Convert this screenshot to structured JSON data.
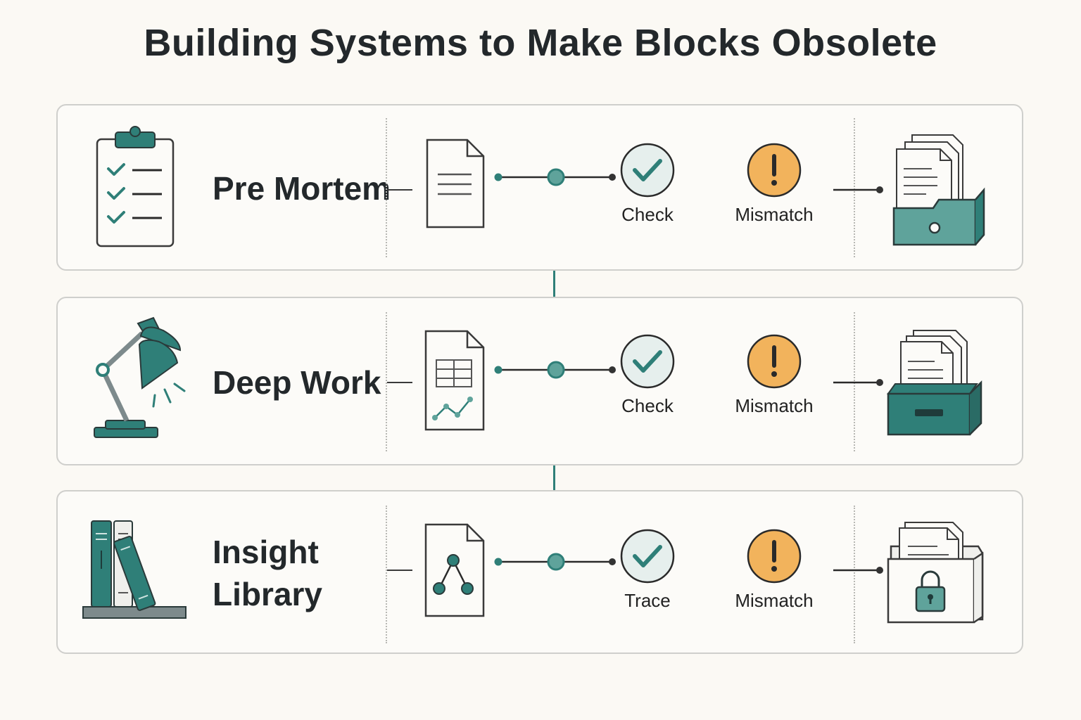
{
  "title": "Building Systems to Make Blocks Obsolete",
  "colors": {
    "teal": "#2f7f78",
    "teal_light": "#5fa39b",
    "warning": "#f2b35c",
    "check_bg": "#e6efed"
  },
  "rows": [
    {
      "label_lines": [
        "Pre Mortem",
        ""
      ],
      "left_icon": "clipboard-checklist-icon",
      "document_icon": "text-document-icon",
      "status_a": {
        "label": "Check",
        "icon": "check-circle-icon"
      },
      "status_b": {
        "label": "Mismatch",
        "icon": "warning-circle-icon"
      },
      "file_icon": "open-file-tray-icon"
    },
    {
      "label_lines": [
        "Deep Work",
        ""
      ],
      "left_icon": "desk-lamp-icon",
      "document_icon": "spreadsheet-chart-document-icon",
      "status_a": {
        "label": "Check",
        "icon": "check-circle-icon"
      },
      "status_b": {
        "label": "Mismatch",
        "icon": "warning-circle-icon"
      },
      "file_icon": "file-drawer-icon"
    },
    {
      "label_lines": [
        "Insight",
        "Library"
      ],
      "left_icon": "books-on-shelf-icon",
      "document_icon": "graph-tree-document-icon",
      "status_a": {
        "label": "Trace",
        "icon": "check-circle-icon"
      },
      "status_b": {
        "label": "Mismatch",
        "icon": "warning-circle-icon"
      },
      "file_icon": "locked-folder-icon"
    }
  ]
}
